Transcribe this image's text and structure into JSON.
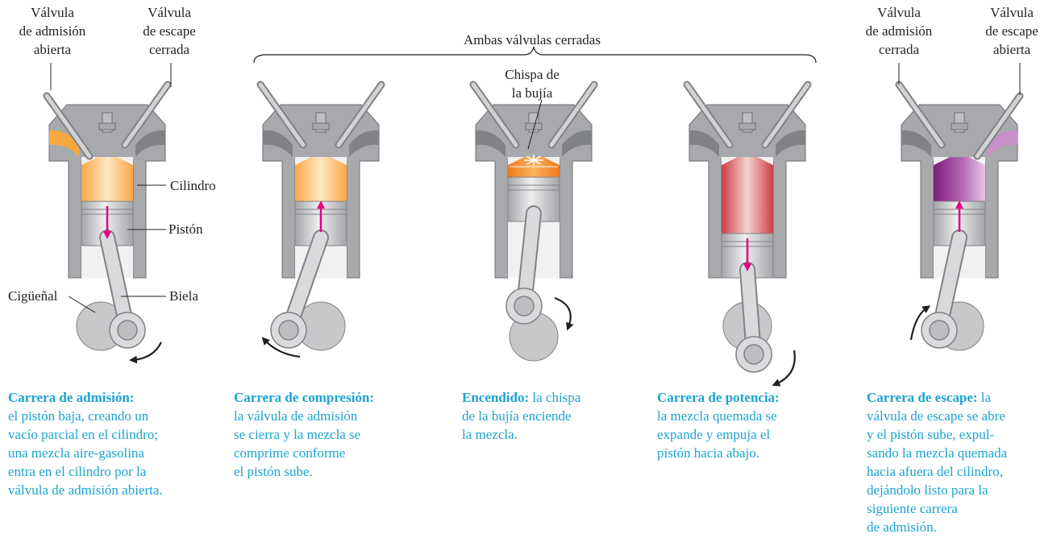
{
  "labels": {
    "valve_intake_1": [
      "Válvula",
      "de admisión",
      "abierta"
    ],
    "valve_exhaust_1": [
      "Válvula",
      "de escape",
      "cerrada"
    ],
    "both_closed": "Ambas válvulas cerradas",
    "spark": [
      "Chispa de",
      "la bujía"
    ],
    "valve_intake_5": [
      "Válvula",
      "de admisión",
      "cerrada"
    ],
    "valve_exhaust_5": [
      "Válvula",
      "de escape",
      "abierta"
    ],
    "cylinder": "Cilindro",
    "piston": "Pistón",
    "crankshaft": "Cigüeñal",
    "rod": "Biela"
  },
  "captions": [
    {
      "title": "Carrera de admisión:",
      "lines": [
        "el pistón baja, creando un",
        "vacío parcial en el cilindro;",
        "una mezcla aire-gasolina",
        "entra en el cilindro por la",
        "válvula de admisión abierta."
      ]
    },
    {
      "title": "Carrera de compresión:",
      "lines": [
        "la válvula de admisión",
        "se cierra y la mezcla se",
        "comprime conforme",
        "el pistón sube."
      ]
    },
    {
      "title": "Encendido:",
      "first_rest": " la chispa",
      "lines": [
        "de la bujía enciende",
        "la mezcla."
      ]
    },
    {
      "title": "Carrera de potencia:",
      "lines": [
        "la mezcla quemada se",
        "expande y empuja el",
        "pistón hacia abajo."
      ]
    },
    {
      "title": "Carrera de escape:",
      "first_rest": " la",
      "lines": [
        "válvula de escape se abre",
        "y el pistón sube, expul-",
        "sando la mezcla quemada",
        "hacia afuera del cilindro,",
        "dejándolo listo para la",
        "siguiente carrera",
        "de admisión."
      ]
    }
  ],
  "colors": {
    "engine_gray": "#a7a9ac",
    "engine_dark": "#808285",
    "intake_mix": "#f7a83f",
    "spark_mix": "#f08a24",
    "burned_mix": "#d2474f",
    "exhaust_mix": "#8b2a8a",
    "arrow_piston": "#e6007e",
    "caption_blue": "#1ba3d3"
  }
}
